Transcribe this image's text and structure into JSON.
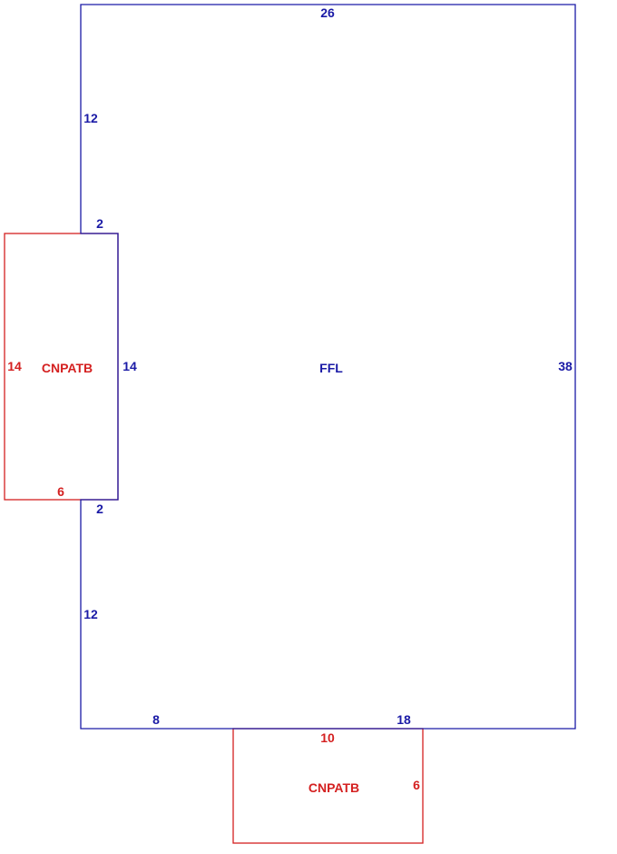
{
  "colors": {
    "main_structure": "#1a1aa6",
    "additions": "#d42020",
    "background": "#ffffff"
  },
  "main_area": {
    "label": "FFL",
    "dimensions": {
      "top": "26",
      "right": "38",
      "left_upper": "12",
      "left_notch_top": "2",
      "left_notch_side": "14",
      "left_notch_bottom": "2",
      "left_lower": "12",
      "bottom_left": "8",
      "bottom_right": "18"
    }
  },
  "addition_left": {
    "label": "CNPATB",
    "dimensions": {
      "side": "14",
      "bottom": "6"
    }
  },
  "addition_bottom": {
    "label": "CNPATB",
    "dimensions": {
      "top": "10",
      "side": "6"
    }
  }
}
